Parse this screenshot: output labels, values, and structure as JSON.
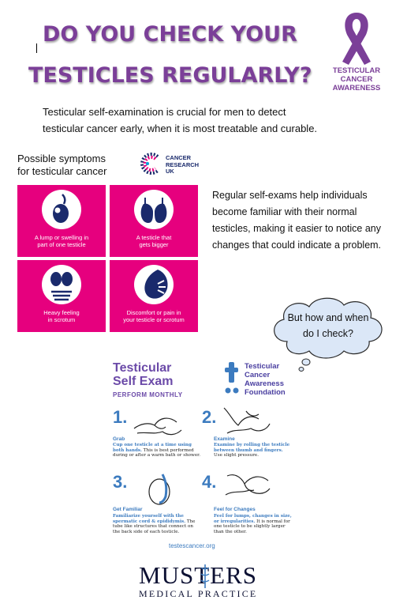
{
  "header": {
    "title_line1": "DO YOU CHECK YOUR",
    "title_line2": "TESTICLES REGULARLY?",
    "awareness_logo": {
      "line1": "TESTICULAR",
      "line2": "CANCER",
      "line3": "AWARENESS"
    }
  },
  "intro": {
    "line1": "Testicular self-examination is crucial for men to detect",
    "line2": "testicular cancer early, when it is most treatable and curable."
  },
  "symptoms": {
    "title_line1": "Possible symptoms",
    "title_line2": "for testicular cancer",
    "org_line1": "CANCER",
    "org_line2": "RESEARCH",
    "org_line3": "UK",
    "items": [
      {
        "icon": "lump-icon",
        "line1": "A lump or swelling in",
        "line2": "part of one testicle"
      },
      {
        "icon": "enlarged-testicle-icon",
        "line1": "A testicle that",
        "line2": "gets bigger"
      },
      {
        "icon": "heavy-scrotum-icon",
        "line1": "Heavy feeling",
        "line2": "in scrotum"
      },
      {
        "icon": "pain-icon",
        "line1": "Discomfort or pain in",
        "line2": "your testicle or scrotum"
      }
    ]
  },
  "side_text": {
    "line1": "Regular self-exams help individuals",
    "line2": "become familiar with their normal",
    "line3": "testicles, making it easier to notice any",
    "line4": "changes that could indicate a problem."
  },
  "thought_bubble": {
    "line1": "But how and when",
    "line2": "do I check?"
  },
  "self_exam": {
    "title_line1": "Testicular",
    "title_line2": "Self Exam",
    "subtitle": "PERFORM MONTHLY",
    "foundation_line1": "Testicular",
    "foundation_line2": "Cancer",
    "foundation_line3": "Awareness",
    "foundation_line4": "Foundation",
    "steps": [
      {
        "num": "1.",
        "name": "Grab",
        "bold": "Cup one testicle at a time using both hands.",
        "rest": " This is best performed during or after a warm bath or shower."
      },
      {
        "num": "2.",
        "name": "Examine",
        "bold": "Examine by rolling the testicle between thumb and fingers.",
        "rest": " Use slight pressure."
      },
      {
        "num": "3.",
        "name": "Get Familiar",
        "bold": "Familiarize yourself with the spermatic cord & epididymis.",
        "rest": " The tube like structures that connect on the back side of each testicle."
      },
      {
        "num": "4.",
        "name": "Feel for Changes",
        "bold": "Feel for lumps, changes in size, or irregularities.",
        "rest": " It is normal for one testicle to be slightly larger than the other."
      }
    ],
    "url": "testescancer.org"
  },
  "footer": {
    "brand": "MUSTERS",
    "sub": "MEDICAL PRACTICE"
  },
  "colors": {
    "purple": "#7b3f98",
    "magenta": "#e6007e",
    "navy": "#1a2a6c",
    "blue": "#3c7bbf"
  }
}
